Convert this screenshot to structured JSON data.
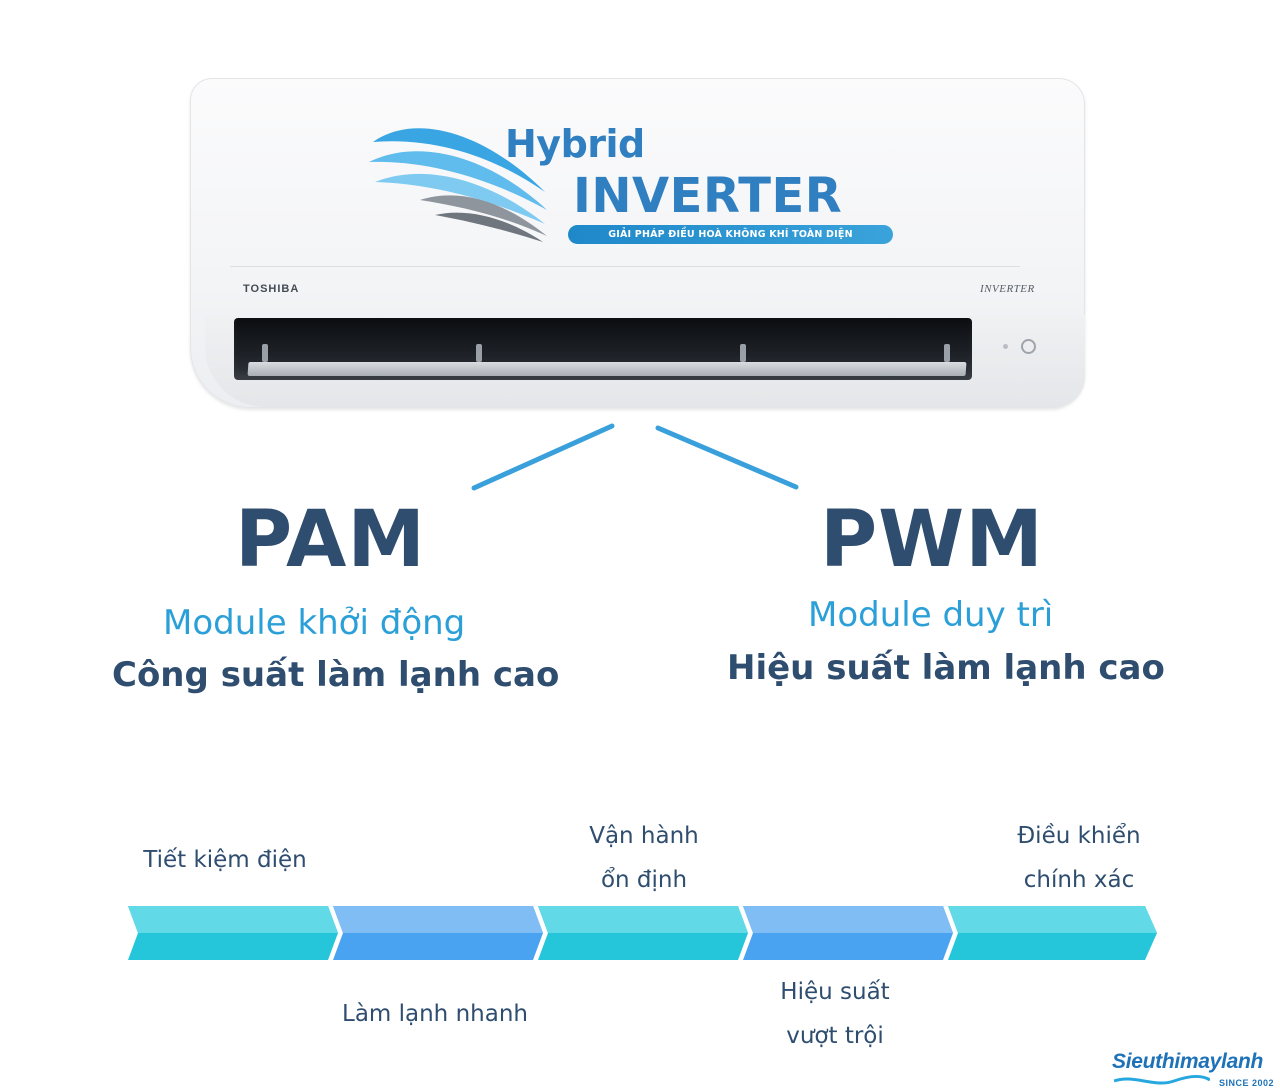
{
  "product": {
    "brand": "TOSHIBA",
    "model_mark": "INVERTER",
    "logo": {
      "line1": "Hybrid",
      "line2": "INVERTER",
      "tagline": "GIẢI PHÁP ĐIỀU HOÀ KHÔNG KHÍ TOÀN DIỆN",
      "color": "#2f7fc1"
    }
  },
  "modes": [
    {
      "title": "PAM",
      "subtitle": "Module khởi động",
      "description": "Công suất làm lạnh cao"
    },
    {
      "title": "PWM",
      "subtitle": "Module duy trì",
      "description": "Hiệu suất làm lạnh cao"
    }
  ],
  "benefits": {
    "top": [
      {
        "line1": "Tiết kiệm điện",
        "line2": ""
      },
      {
        "line1": "Vận hành",
        "line2": "ổn định"
      },
      {
        "line1": "Điều khiển",
        "line2": "chính xác"
      }
    ],
    "bottom": [
      {
        "line1": "Làm lạnh nhanh",
        "line2": ""
      },
      {
        "line1": "Hiệu suất",
        "line2": "vượt trội"
      }
    ],
    "segment_colors": [
      "#36c4d8",
      "#5aa8f0",
      "#36c4d8",
      "#5aa8f0",
      "#36c4d8"
    ]
  },
  "colors": {
    "heading": "#2e4d6f",
    "accent": "#2b9fd8",
    "connector": "#3aa0dc"
  },
  "watermark": {
    "name": "Sieuthimaylanh",
    "since": "SINCE 2002"
  }
}
